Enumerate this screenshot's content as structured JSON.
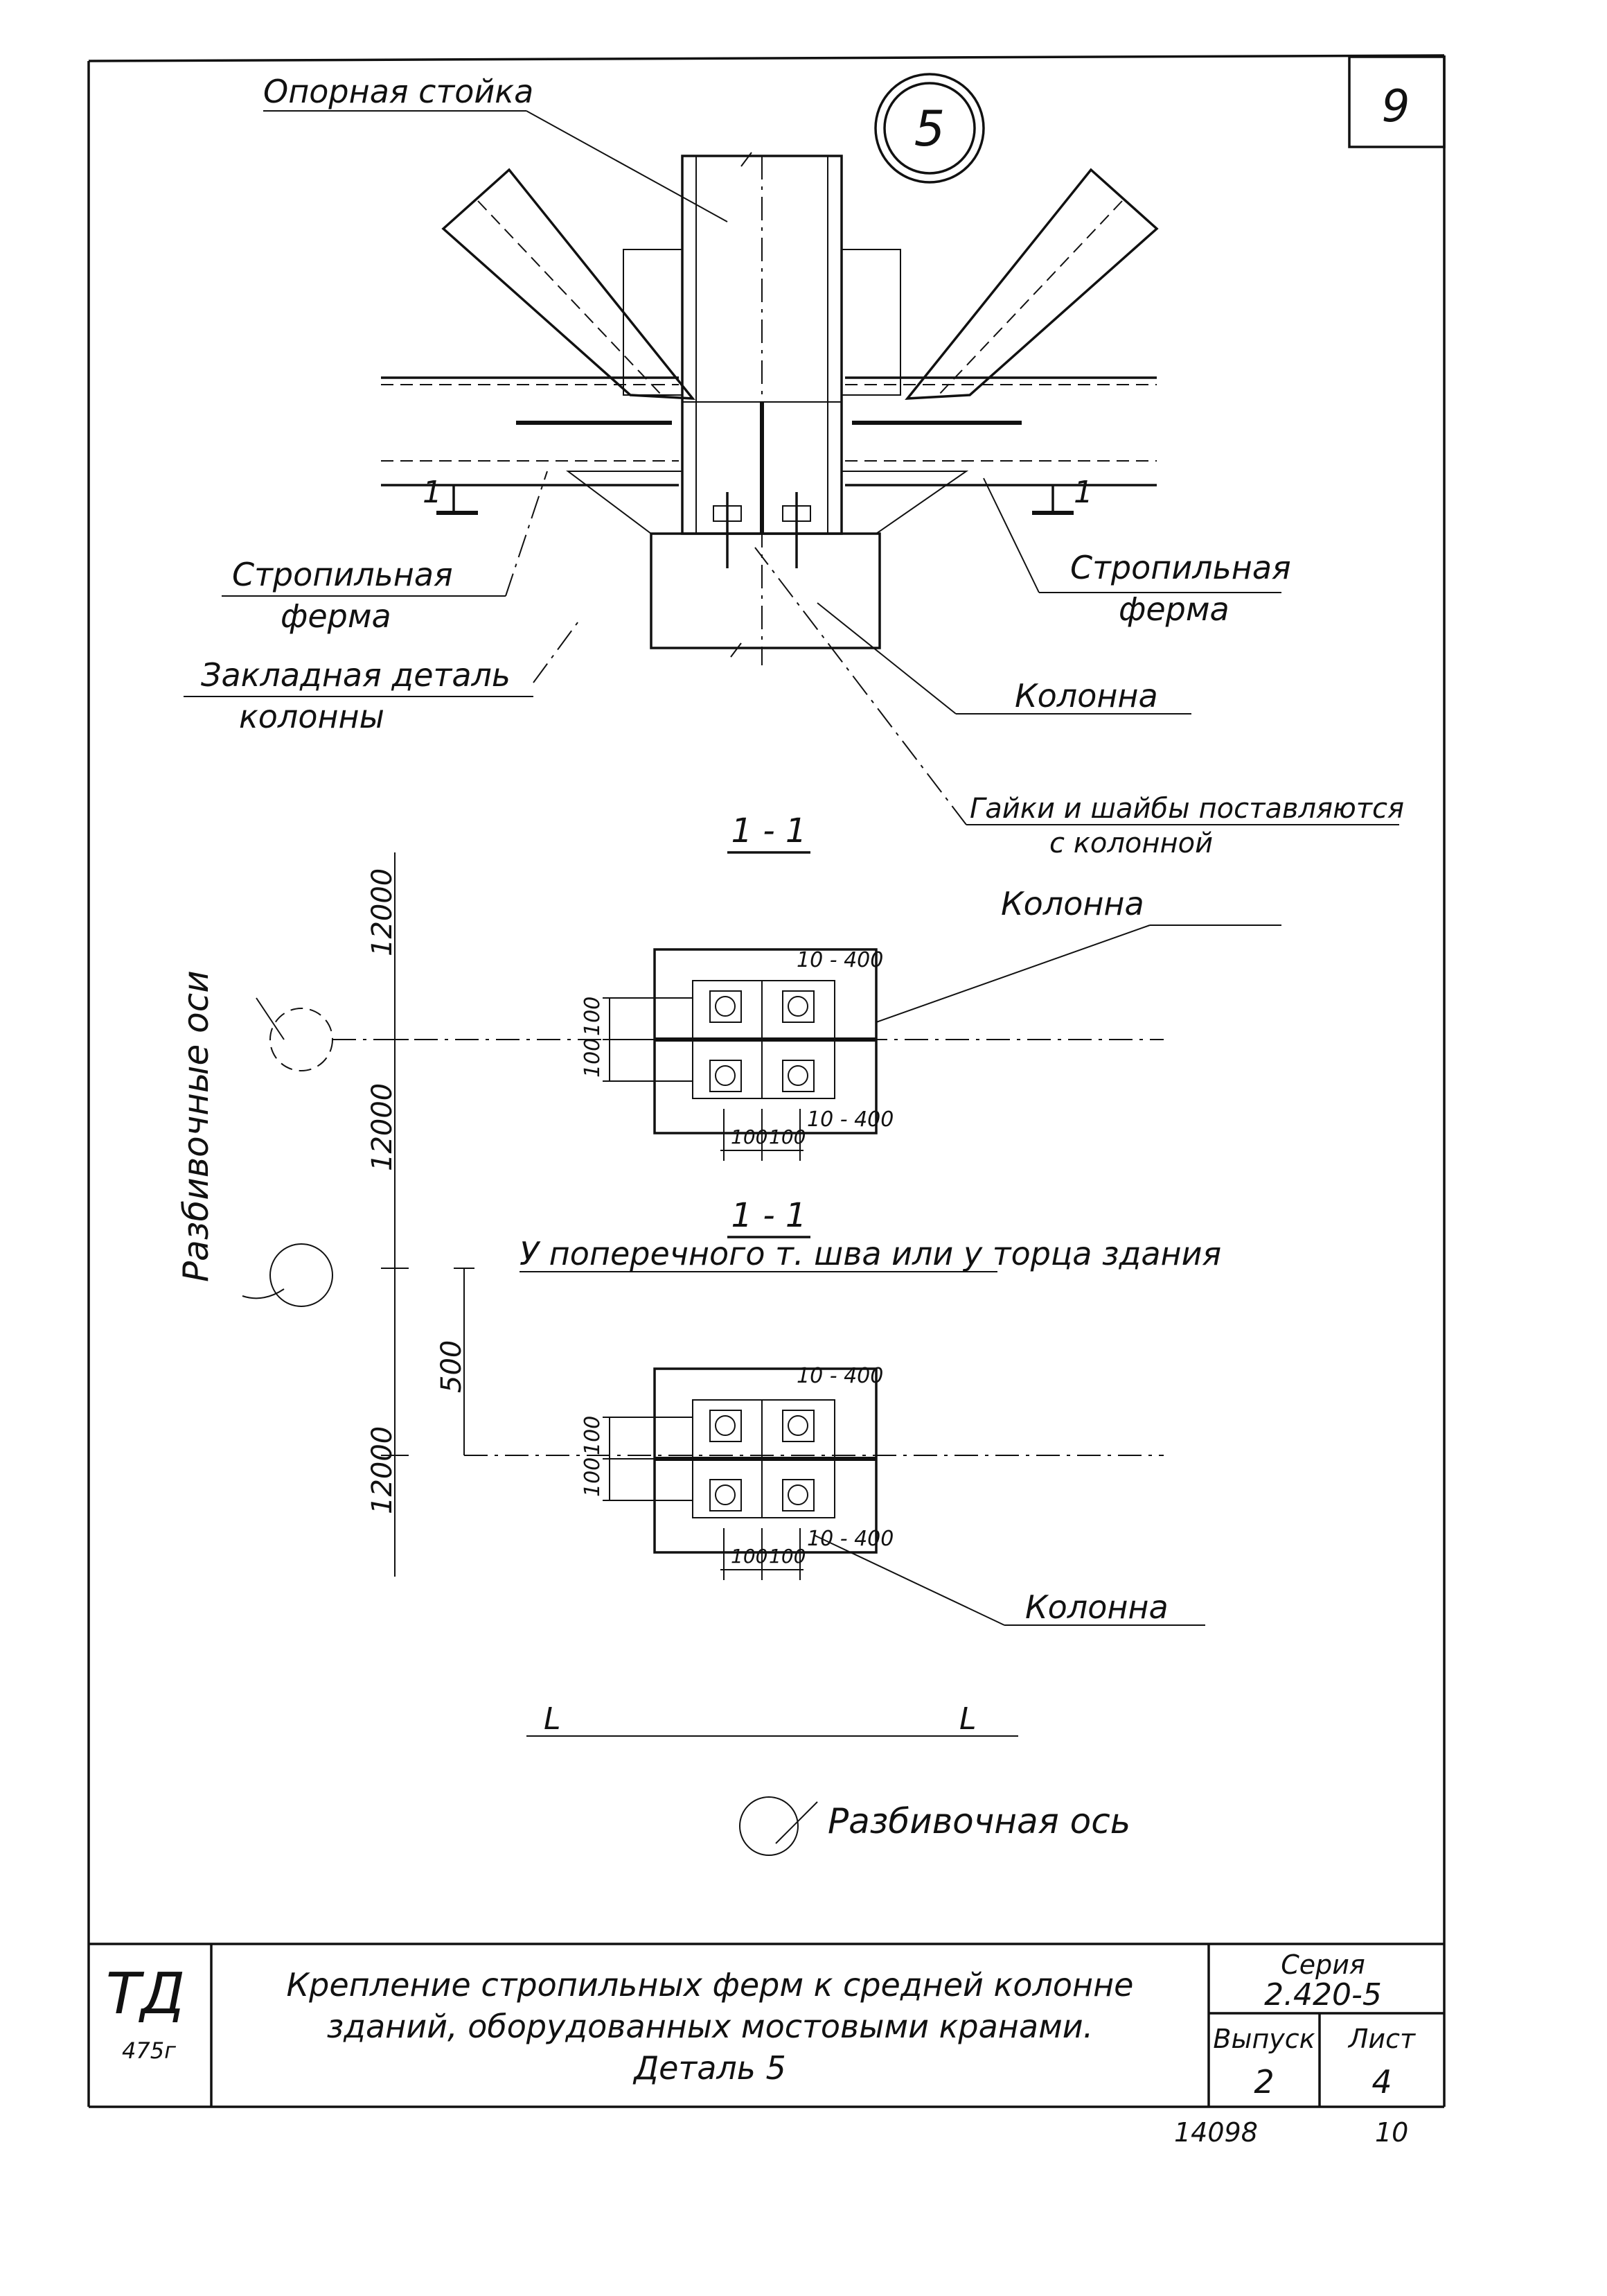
{
  "sheet": {
    "sheet_number": "9",
    "detail_number": "5",
    "bottom_number": "14098",
    "bottom_page": "10"
  },
  "top_view": {
    "label_support_post": "Опорная стойка",
    "label_truss_left_1": "Стропильная",
    "label_truss_left_2": "ферма",
    "label_truss_right_1": "Стропильная",
    "label_truss_right_2": "ферма",
    "label_embedded_1": "Закладная деталь",
    "label_embedded_2": "колонны",
    "label_column": "Колонна",
    "label_nuts_1": "Гайки и шайбы поставляются",
    "label_nuts_2": "с колонной",
    "section_mark": "1",
    "cut_mark": "1"
  },
  "sections": {
    "axes_label": "Разбивочные оси",
    "section_1_title": "1 - 1",
    "section_2_title": "1 - 1",
    "section_2_subtitle": "У поперечного т. шва или у торца здания",
    "dim_12000_a": "12000",
    "dim_12000_b": "12000",
    "dim_12000_c": "12000",
    "dim_500": "500",
    "dim_100": "100",
    "weld_10_400": "10 - 400",
    "label_column_1": "Колонна",
    "label_column_2": "Колонна",
    "l_mark": "L"
  },
  "legend": {
    "axis_label": "Разбивочная ось"
  },
  "title_block": {
    "logo": "ТД",
    "logo_year": "475г",
    "title_line_1": "Крепление стропильных ферм к средней колонне",
    "title_line_2": "зданий, оборудованных мостовыми кранами.",
    "title_line_3": "Деталь 5",
    "series_label": "Серия",
    "series_value": "2.420-5",
    "issue_label": "Выпуск",
    "issue_value": "2",
    "sheet_label": "Лист",
    "sheet_value": "4"
  }
}
